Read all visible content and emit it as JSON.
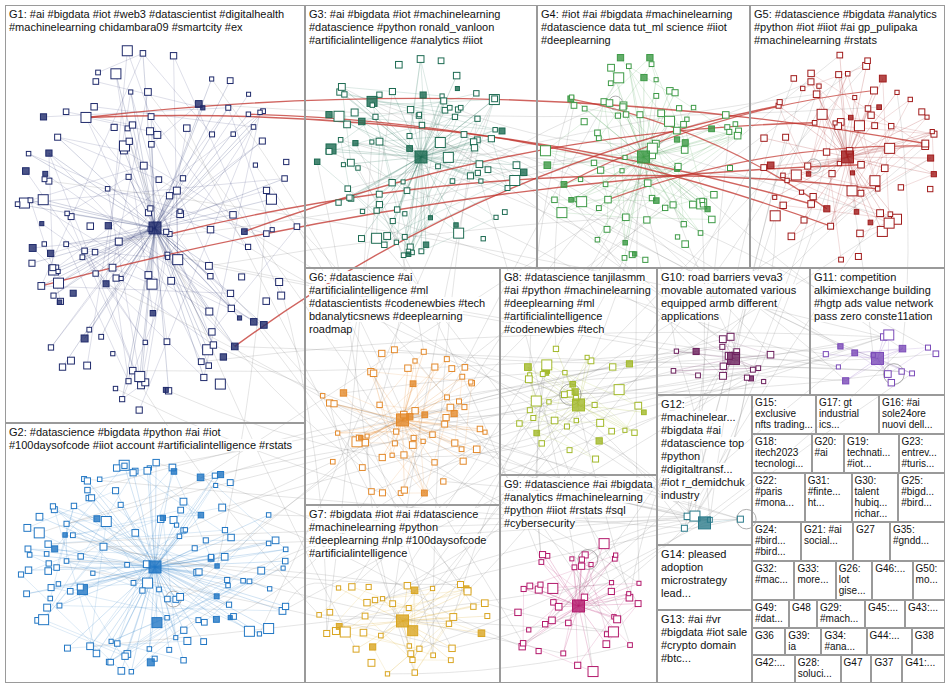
{
  "diagram": {
    "nodes": [
      {
        "text": [
          "G1: #ai #bigdata #iot #web3 #datascientist #digitalhealth #machinelearning chidambara09 #smartcity #ex"
        ]
      },
      {
        "text": [
          "G3: #ai #bigdata #iot #machinelearning #datascience #python ronald_vanloon #artificialintelligence #analytics #iiot"
        ]
      },
      {
        "text": [
          "G4: #iot #ai #bigdata #machinelearning #datascience data tut_ml science #iiot #deeplearning"
        ]
      },
      {
        "text": [
          "G5: #datascience #bigdata #analytics #python #iot #iiot #ai gp_pulipaka #machinelearning #rstats"
        ]
      },
      {
        "text": [
          "G6: #datascience #ai #artificialintelligence #ml #datascientists #codenewbies #tech bdanalyticsnews #deeplearning roadmap"
        ]
      },
      {
        "text": [
          "G8: #datascience tanjilasmm #ai #python #machinelearning #deeplearning #ml #artificialintelligence #codenewbies #tech"
        ]
      },
      {
        "text": [
          "G10: road barriers veva3 movable automated various equipped armb different applications"
        ]
      },
      {
        "text": [
          "G11: competition alkimiexchange building #hgtp ads value network pass zero conste11ation"
        ]
      },
      {
        "text": [
          "G2: #datascience #bigdata #python #ai #iot #100daysofcode #iiot account #artificialintelligence #rstats"
        ]
      },
      {
        "text": [
          "G12: #machinelear... #bigdata #ai #datascience top #python #digitaltransf... #iot r_demidchuk industry"
        ]
      },
      {
        "text": [
          "G15: exclusive nfts trading..."
        ]
      },
      {
        "text": [
          "G17: gt industrial ics..."
        ]
      },
      {
        "text": [
          "G16: #ai sole24ore nuovi dell..."
        ]
      },
      {
        "text": [
          "G18: itech2023 tecnologi..."
        ]
      },
      {
        "text": [
          "G20: #ai"
        ]
      },
      {
        "text": [
          "G19: technati... #iot..."
        ]
      },
      {
        "text": [
          "G23: entrev... #turis..."
        ]
      },
      {
        "text": [
          "G22: #paris #mona..."
        ]
      },
      {
        "text": [
          "G31: #finte... ht..."
        ]
      },
      {
        "text": [
          "G30: talent hubiq... richar..."
        ]
      },
      {
        "text": [
          "G25: #bigd... #bird..."
        ]
      },
      {
        "text": [
          "G24: #bird... #bird..."
        ]
      },
      {
        "text": [
          "G21: #ai social..."
        ]
      },
      {
        "text": [
          "G27"
        ]
      },
      {
        "text": [
          "G35: #gndd..."
        ]
      },
      {
        "text": [
          "G32: #mac..."
        ]
      },
      {
        "text": [
          "G33: more..."
        ]
      },
      {
        "text": [
          "G26: lot gise..."
        ]
      },
      {
        "text": [
          "G46:..."
        ]
      },
      {
        "text": [
          "G50: mo..."
        ]
      },
      {
        "text": [
          "G49: #dat..."
        ]
      },
      {
        "text": [
          "G48"
        ]
      },
      {
        "text": [
          "G29: #mach..."
        ]
      },
      {
        "text": [
          "G45:..."
        ]
      },
      {
        "text": [
          "G43:..."
        ]
      },
      {
        "text": [
          "G36"
        ]
      },
      {
        "text": [
          "G39: ia"
        ]
      },
      {
        "text": [
          "G14: pleased adoption microstrategy lead..."
        ]
      },
      {
        "text": [
          "G34: #ana..."
        ]
      },
      {
        "text": [
          "G44:..."
        ]
      },
      {
        "text": [
          "G38"
        ]
      },
      {
        "text": [
          "G42:..."
        ]
      },
      {
        "text": [
          "G7: #bigdata #iot #ai #datascience #machinelearning #python #deeplearning #nlp #100daysofcode #artificialintelligence"
        ]
      },
      {
        "text": [
          "G9: #datascience #ai #bigdata #analytics #machinelearning #python #iiot #rstats #sql #cybersecurity"
        ]
      },
      {
        "text": [
          "G13: #ai #vr #bigdata #iot sale #crypto domain #btc..."
        ]
      },
      {
        "text": [
          "G28: soluci..."
        ]
      },
      {
        "text": [
          "G47"
        ]
      },
      {
        "text": [
          "G37"
        ]
      },
      {
        "text": [
          "G41:..."
        ]
      }
    ]
  }
}
